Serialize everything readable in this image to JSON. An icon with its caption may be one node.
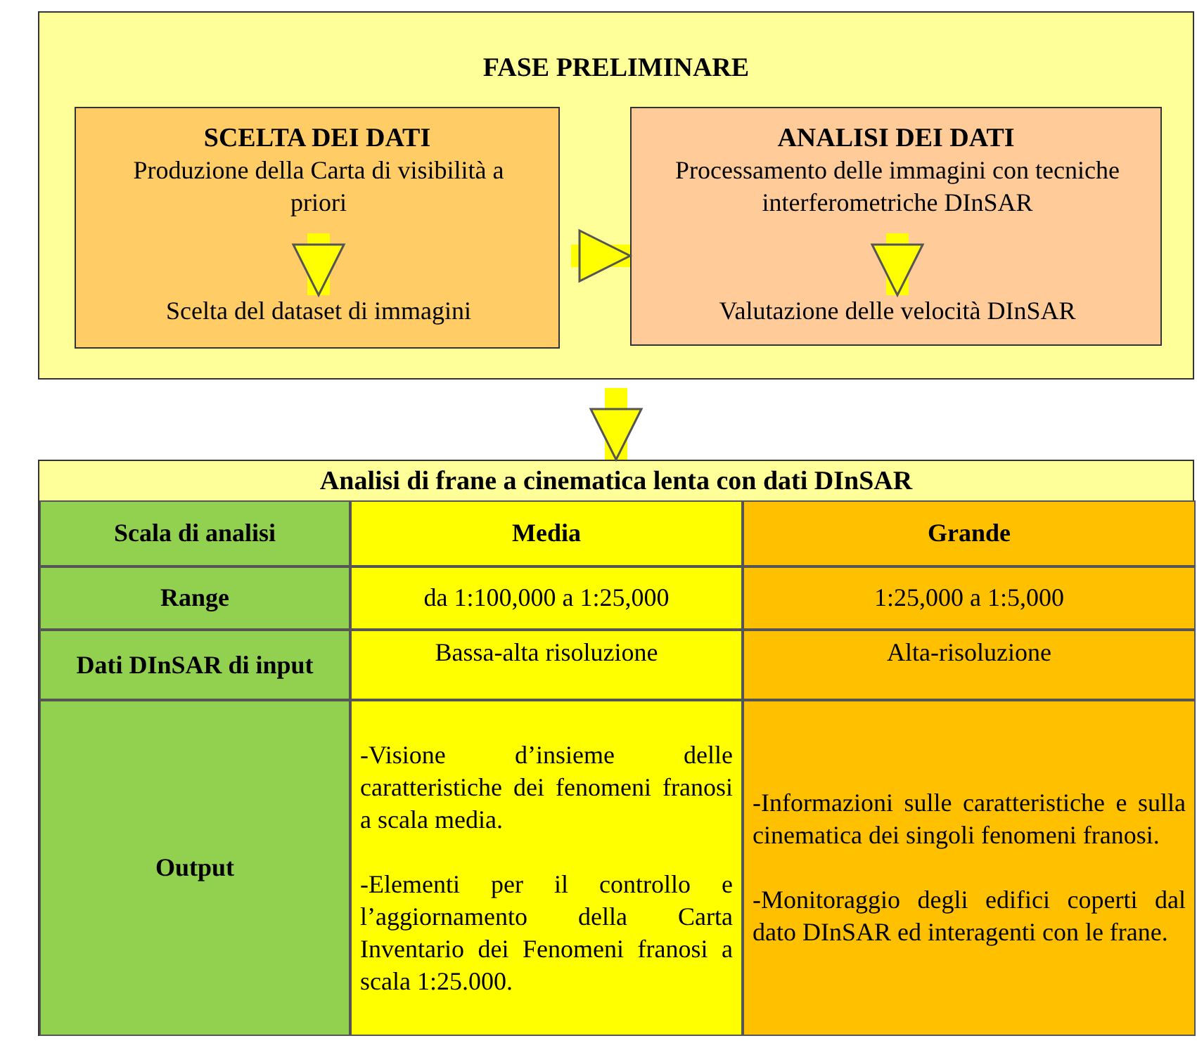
{
  "diagram": {
    "nodes": [
      {
        "text": [
          "FASE PRELIMINARE"
        ]
      },
      {
        "text": [
          "SCELTA DEI DATI"
        ],
        "in": 0
      },
      {
        "text": [
          "Produzione della Carta di visibilità a priori"
        ],
        "in": 1
      },
      {
        "text": [
          "Scelta del dataset di immagini"
        ],
        "in": 1
      },
      {
        "text": [
          "ANALISI DEI DATI"
        ],
        "in": 0
      },
      {
        "text": [
          "Processamento delle immagini con tecniche interferometriche DInSAR"
        ],
        "in": 4
      },
      {
        "text": [
          "Valutazione delle velocità DInSAR"
        ],
        "in": 4
      },
      {
        "text": [
          "Analisi di frane a cinematica lenta con dati DInSAR"
        ]
      }
    ],
    "edges": [
      {
        "from": 2,
        "to": 3,
        "arrow": "to"
      },
      {
        "from": 1,
        "to": 4,
        "arrow": "to"
      },
      {
        "from": 5,
        "to": 6,
        "arrow": "to"
      },
      {
        "from": 0,
        "to": 7,
        "arrow": "to"
      }
    ],
    "labels": [
      "Scala di analisi",
      "Media",
      "Grande",
      "Range",
      "da 1:100,000 a 1:25,000",
      "1:25,000 a 1:5,000",
      "Dati DInSAR di input",
      "Bassa-alta risoluzione",
      "Alta-risoluzione",
      "Output",
      "-Visione d’insieme delle caratteristiche dei fenomeni franosi a scala media.",
      "-Elementi per il controllo e l’aggiornamento della Carta Inventario dei Fenomeni franosi a scala 1:25.000.",
      "-Informazioni sulle caratteristiche e sulla cinematica dei singoli fenomeni franosi.",
      "-Monitoraggio degli edifici coperti dal dato DInSAR ed interagenti con le frane."
    ]
  }
}
